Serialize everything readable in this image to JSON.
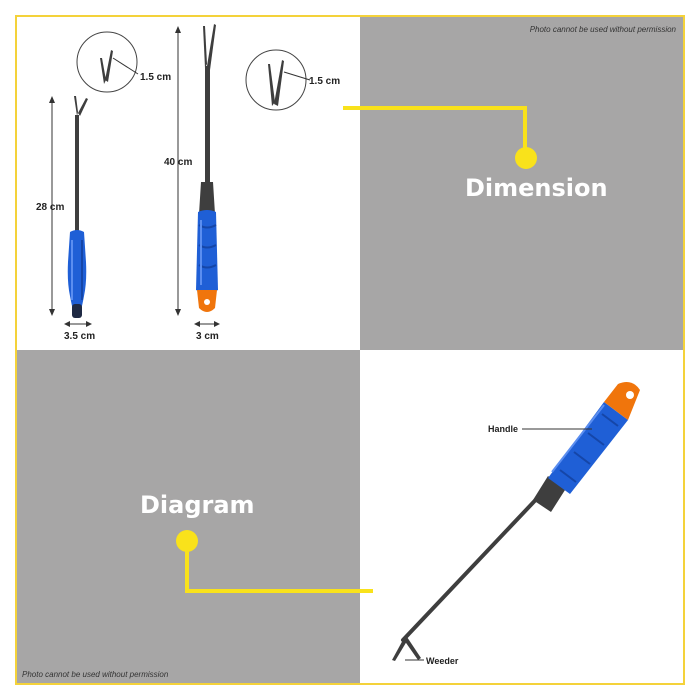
{
  "watermark": "Photo cannot be used without permission",
  "sections": {
    "dimension": {
      "title": "Dimension"
    },
    "diagram": {
      "title": "Diagram"
    }
  },
  "small_tool": {
    "length": "28 cm",
    "width": "3.5 cm",
    "tip": "1.5 cm"
  },
  "large_tool": {
    "length": "40 cm",
    "width": "3 cm",
    "tip": "1.5 cm"
  },
  "diagram_labels": {
    "handle": "Handle",
    "weeder": "Weeder"
  },
  "colors": {
    "accent_yellow": "#f9e21b",
    "border_yellow": "#f4d23a",
    "panel_grey": "#a7a6a6",
    "grip_blue": "#1f5fd6",
    "cap_orange": "#f0750c",
    "steel": "#3e3e3e"
  }
}
